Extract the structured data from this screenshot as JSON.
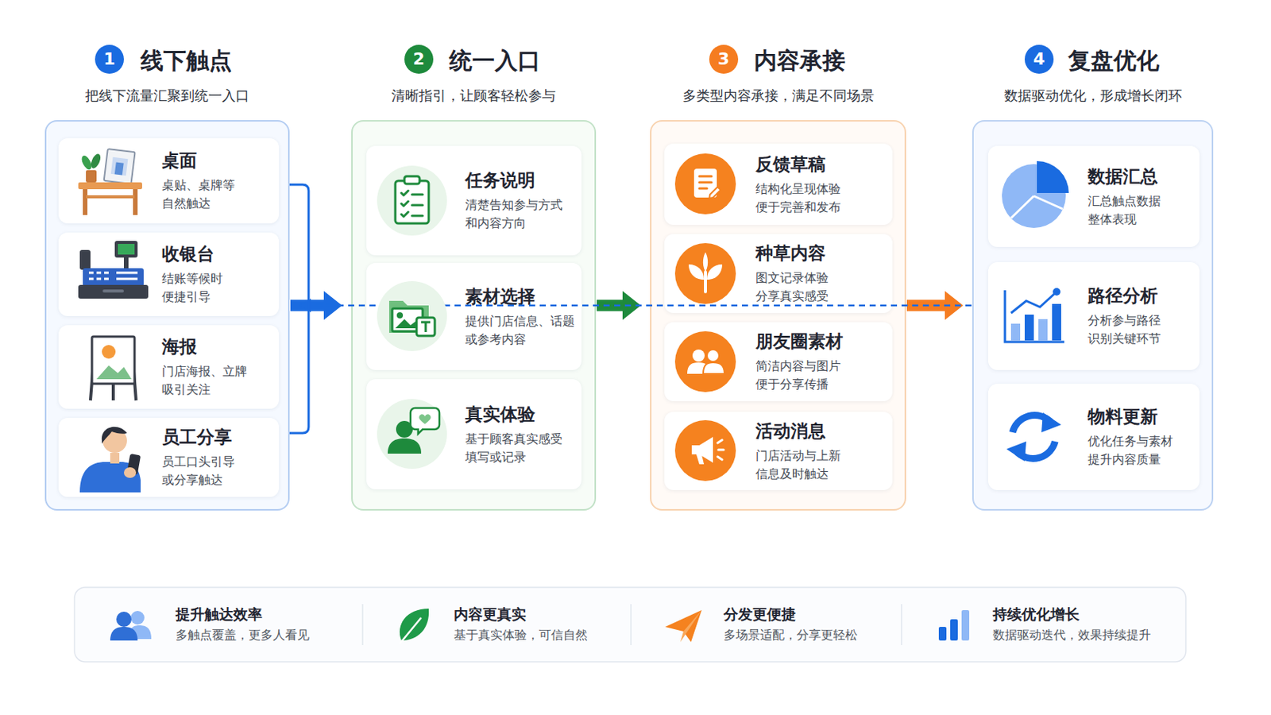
{
  "diagram": {
    "nodes": [
      {
        "text": [
          "线下触点",
          "把线下流量汇聚到统一入口"
        ]
      },
      {
        "text": [
          "桌面",
          "桌贴、桌牌等 自然触达"
        ],
        "in": 0
      },
      {
        "text": [
          "收银台",
          "结账等候时 便捷引导"
        ],
        "in": 0
      },
      {
        "text": [
          "海报",
          "门店海报、立牌 吸引关注"
        ],
        "in": 0
      },
      {
        "text": [
          "员工分享",
          "员工口头引导 或分享触达"
        ],
        "in": 0
      },
      {
        "text": [
          "统一入口",
          "清晰指引，让顾客轻松参与"
        ]
      },
      {
        "text": [
          "任务说明",
          "清楚告知参与方式 和内容方向"
        ],
        "in": 5
      },
      {
        "text": [
          "素材选择",
          "提供门店信息、话题 或参考内容"
        ],
        "in": 5
      },
      {
        "text": [
          "真实体验",
          "基于顾客真实感受 填写或记录"
        ],
        "in": 5
      },
      {
        "text": [
          "内容承接",
          "多类型内容承接，满足不同场景"
        ]
      },
      {
        "text": [
          "反馈草稿",
          "结构化呈现体验 便于完善和发布"
        ],
        "in": 9
      },
      {
        "text": [
          "种草内容",
          "图文记录体验 分享真实感受"
        ],
        "in": 9
      },
      {
        "text": [
          "朋友圈素材",
          "简洁内容与图片 便于分享传播"
        ],
        "in": 9
      },
      {
        "text": [
          "活动消息",
          "门店活动与上新 信息及时触达"
        ],
        "in": 9
      },
      {
        "text": [
          "复盘优化",
          "数据驱动优化，形成增长闭环"
        ]
      },
      {
        "text": [
          "数据汇总",
          "汇总触点数据 整体表现"
        ],
        "in": 14
      },
      {
        "text": [
          "路径分析",
          "分析参与路径 识别关键环节"
        ],
        "in": 14
      },
      {
        "text": [
          "物料更新",
          "优化任务与素材 提升内容质量"
        ],
        "in": 14
      },
      {
        "text": [
          "提升触达效率",
          "多触点覆盖，更多人看见"
        ]
      },
      {
        "text": [
          "内容更真实",
          "基于真实体验，可信自然"
        ]
      },
      {
        "text": [
          "分发更便捷",
          "多场景适配，分享更轻松"
        ]
      },
      {
        "text": [
          "持续优化增长",
          "数据驱动迭代，效果持续提升"
        ]
      }
    ],
    "edges": [
      {
        "from": 0,
        "to": 5,
        "arrow": "to"
      },
      {
        "from": 5,
        "to": 9,
        "arrow": "to"
      },
      {
        "from": 9,
        "to": 14,
        "arrow": "to"
      },
      {
        "from": 14,
        "to": 0,
        "arrow": "to"
      }
    ],
    "labels": [
      "1",
      "2",
      "3",
      "4"
    ]
  }
}
